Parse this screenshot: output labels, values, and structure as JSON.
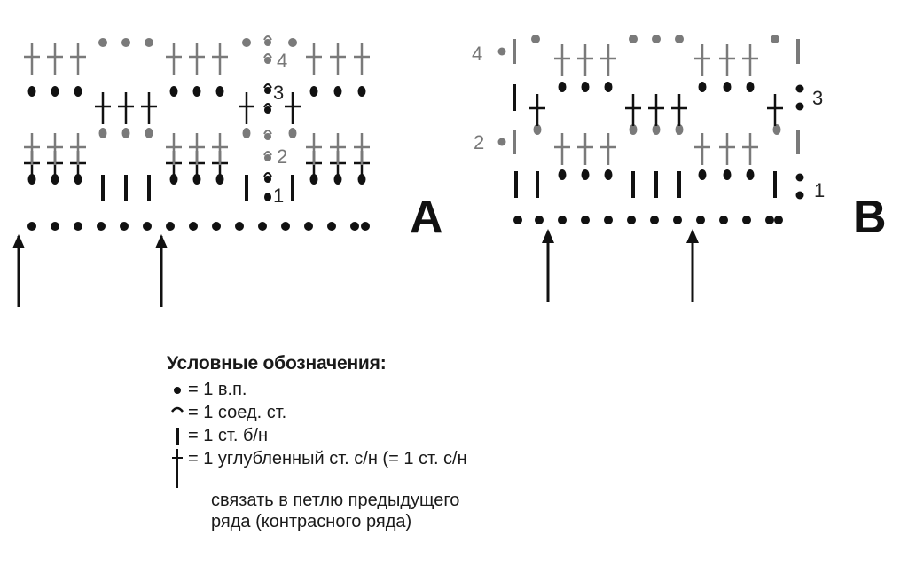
{
  "panel_a": {
    "label": "A",
    "row_numbers": [
      "1",
      "2",
      "3",
      "4"
    ]
  },
  "panel_b": {
    "label": "B",
    "row_numbers": [
      "1",
      "2",
      "3",
      "4"
    ]
  },
  "legend": {
    "title": "Условные обозначения:",
    "items": [
      {
        "symbol": "chain-stitch-dot",
        "text": "= 1 в.п."
      },
      {
        "symbol": "slip-stitch-arc",
        "text": "= 1 соед. ст."
      },
      {
        "symbol": "single-crochet-bar",
        "text": "= 1 ст. б/н"
      },
      {
        "symbol": "spike-double-crochet",
        "text": "= 1 углубленный ст. с/н (= 1 ст. с/н"
      },
      {
        "symbol": "continuation",
        "text": "связать в петлю предыдущего"
      },
      {
        "symbol": "continuation",
        "text": "ряда (контрасного ряда)"
      }
    ]
  },
  "colors": {
    "main": "#111111",
    "contrast": "#7a7a7a"
  }
}
